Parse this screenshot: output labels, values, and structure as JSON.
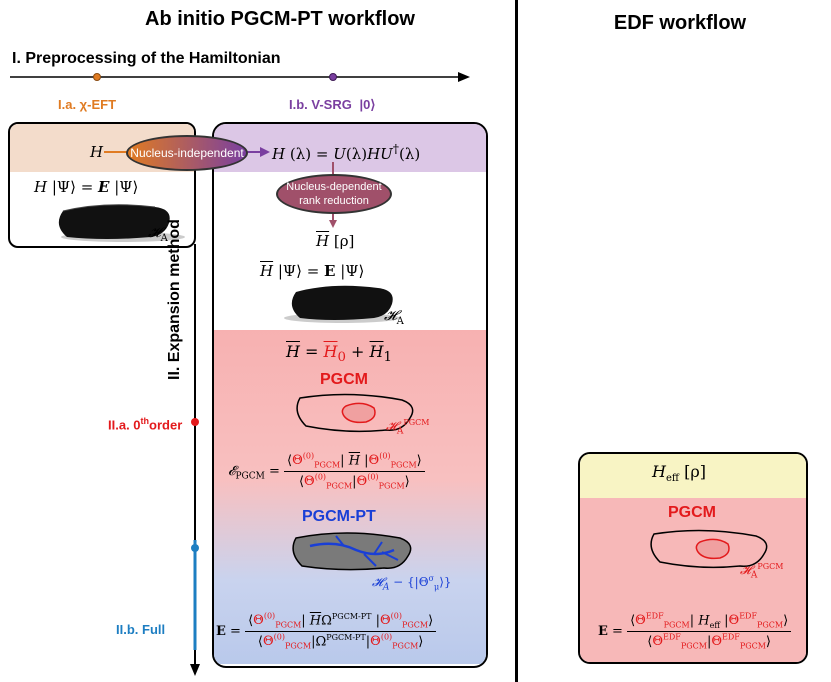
{
  "left_title": "Ab initio PGCM-PT workflow",
  "right_title": "EDF workflow",
  "section1": "I. Preprocessing of the Hamiltonian",
  "section2": "II. Expansion method",
  "label_chieft": "I.a. χ-EFT",
  "label_vsrg": "I.b. V-SRG",
  "label_vsrg_ket": "|0⟩",
  "label_0th_prefix": "II.a. 0",
  "label_0th_sup": "th",
  "label_0th_suffix": "order",
  "label_full": "II.b. Full",
  "oval_independent": "Nucleus-independent",
  "oval_dependent": "Nucleus-dependent rank reduction",
  "pgcm": "PGCM",
  "pgcm_pt": "PGCM-PT",
  "pgcm_edf": "PGCM",
  "colors": {
    "orange": "#e07b22",
    "purple": "#7a3fa0",
    "red": "#e31a1c",
    "blue": "#1a3fd6",
    "light_blue": "#1d7ec2"
  }
}
